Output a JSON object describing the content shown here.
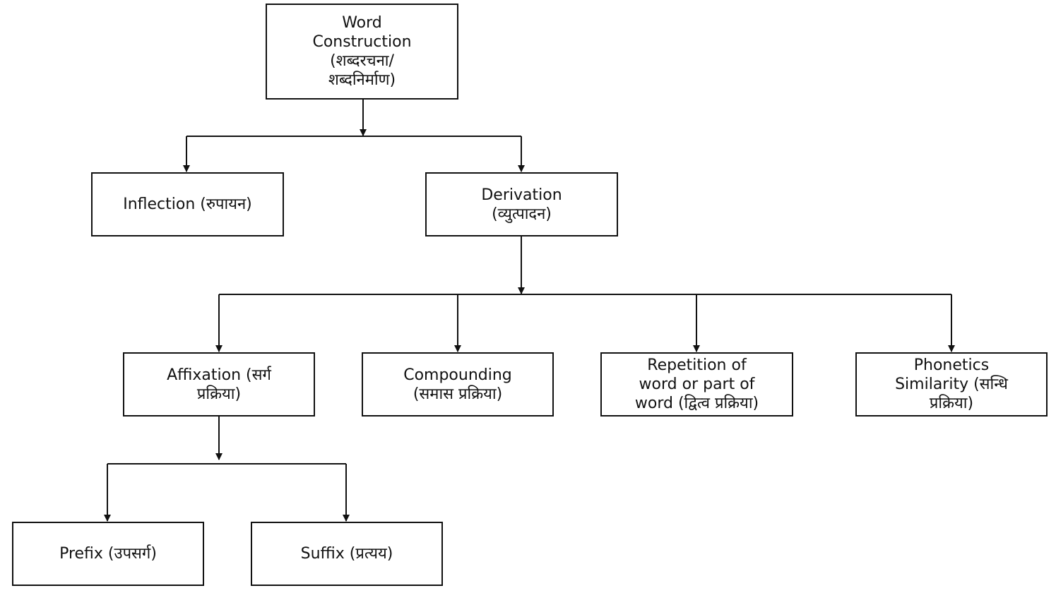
{
  "diagram": {
    "nodes": {
      "root": "Word\nConstruction\n(शब्दरचना/\nशब्दनिर्माण)",
      "inflection": "Inflection (रुपायन)",
      "derivation": "Derivation\n(व्युत्पादन)",
      "affixation": "Affixation (सर्ग\nप्रक्रिया)",
      "compounding": "Compounding\n(समास प्रक्रिया)",
      "repetition": "Repetition of\nword or part of\nword (द्वित्व प्रक्रिया)",
      "phonetics": "Phonetics\nSimilarity (सन्धि\nप्रक्रिया)",
      "prefix": "Prefix (उपसर्ग)",
      "suffix": "Suffix (प्रत्यय)"
    },
    "edges": [
      {
        "from": "root",
        "to": "inflection"
      },
      {
        "from": "root",
        "to": "derivation"
      },
      {
        "from": "derivation",
        "to": "affixation"
      },
      {
        "from": "derivation",
        "to": "compounding"
      },
      {
        "from": "derivation",
        "to": "repetition"
      },
      {
        "from": "derivation",
        "to": "phonetics"
      },
      {
        "from": "affixation",
        "to": "prefix"
      },
      {
        "from": "affixation",
        "to": "suffix"
      }
    ],
    "colors": {
      "line": "#111111",
      "box_border": "#111111",
      "background": "#ffffff"
    }
  }
}
